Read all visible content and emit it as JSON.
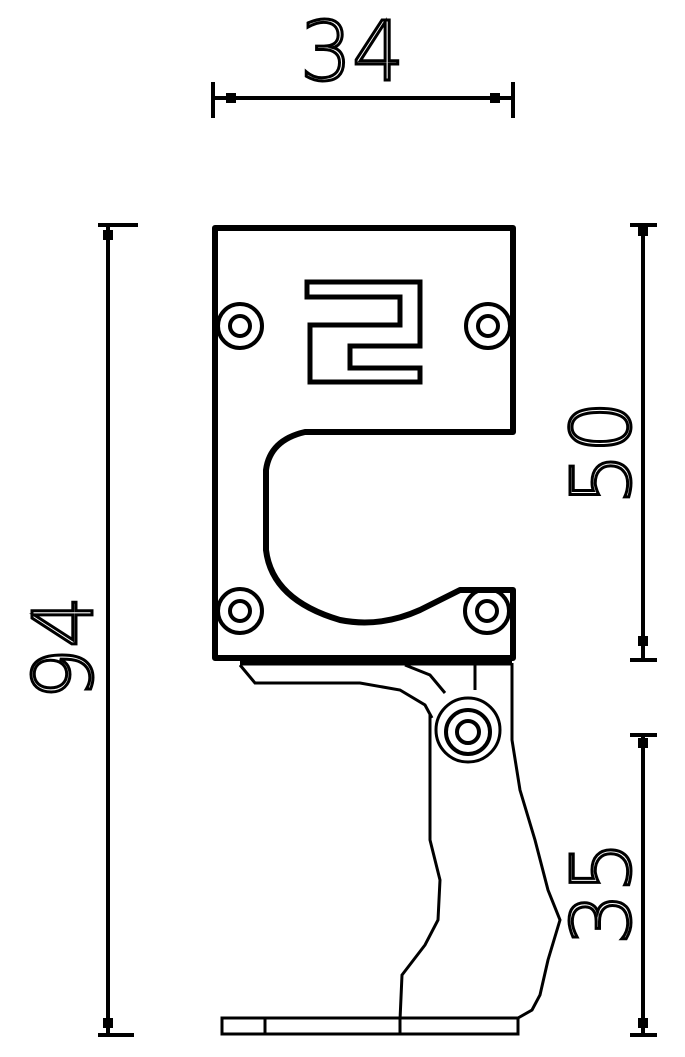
{
  "drawing": {
    "type": "technical-dimension-drawing",
    "line_color": "#000000",
    "background": "#ffffff",
    "dimensions": {
      "width_top": "34",
      "height_total": "94",
      "height_upper": "50",
      "height_lower": "35"
    }
  }
}
